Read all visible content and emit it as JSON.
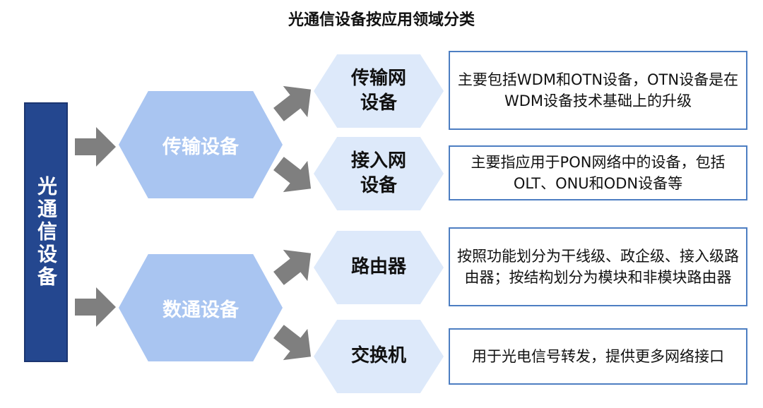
{
  "title": "光通信设备按应用领域分类",
  "root": {
    "label": "光通信设备"
  },
  "categories": [
    {
      "label": "传输设备"
    },
    {
      "label": "数通设备"
    }
  ],
  "devices": [
    {
      "label": "传输网\n设备",
      "description": "主要包括WDM和OTN设备，OTN设备是在WDM设备技术基础上的升级"
    },
    {
      "label": "接入网\n设备",
      "description": "主要指应用于PON网络中的设备，包括OLT、ONU和ODN设备等"
    },
    {
      "label": "路由器",
      "description": "按照功能划分为干线级、政企级、接入级路由器；按结构划分为模块和非模块路由器"
    },
    {
      "label": "交换机",
      "description": "用于光电信号转发，提供更多网络接口"
    }
  ],
  "colors": {
    "root_fill": "#24478f",
    "category_fill": "#a9c5f1",
    "device_fill": "#dde9fa",
    "box_border": "#4d7ec2",
    "arrow": "#7f7f7f"
  }
}
